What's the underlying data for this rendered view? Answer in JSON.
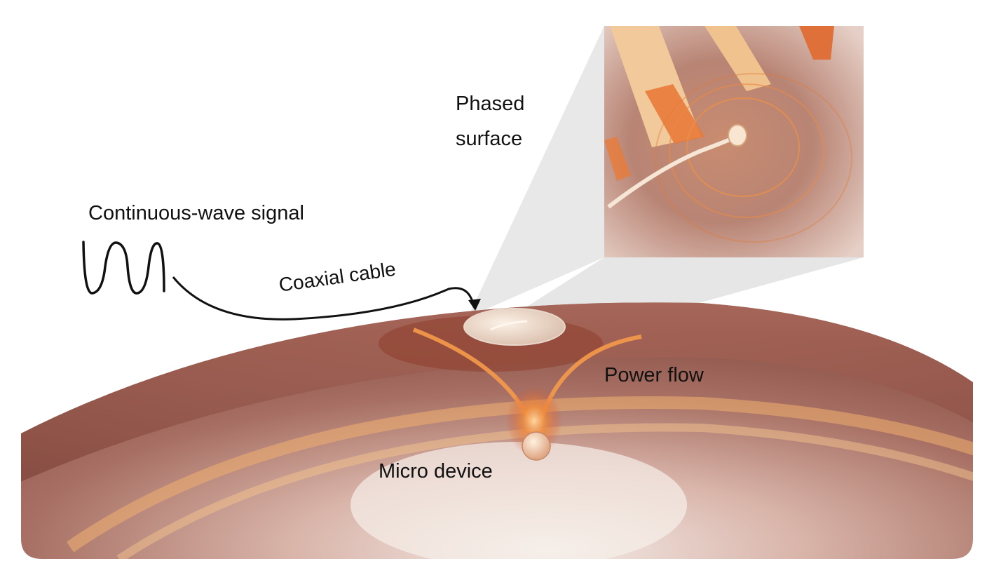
{
  "labels": {
    "phased_surface_line1": "Phased",
    "phased_surface_line2": "surface",
    "continuous_wave_signal": "Continuous-wave signal",
    "coaxial_cable": "Coaxial cable",
    "power_flow": "Power flow",
    "micro_device": "Micro device"
  },
  "colors": {
    "tissue": "#a86a5c",
    "tissue_light": "#e3c5b8",
    "power_glow": "#f08a3a",
    "callout_gray": "#e6e6e6",
    "ink": "#111111"
  }
}
